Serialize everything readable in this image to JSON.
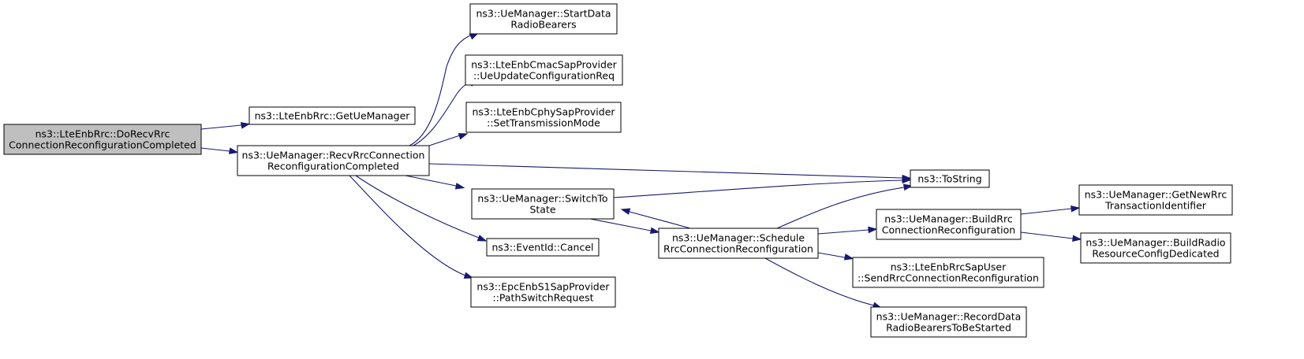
{
  "colors": {
    "root_fill": "#bfbfbf",
    "node_fill": "#ffffff",
    "node_stroke": "#000000",
    "edge": "#191970"
  },
  "nodes": [
    {
      "id": "n0",
      "role": "root",
      "lines": [
        "ns3::LteEnbRrc::DoRecvRrc",
        "ConnectionReconfigurationCompleted"
      ]
    },
    {
      "id": "n1",
      "lines": [
        "ns3::LteEnbRrc::GetUeManager"
      ]
    },
    {
      "id": "n2",
      "lines": [
        "ns3::UeManager::RecvRrcConnection",
        "ReconfigurationCompleted"
      ]
    },
    {
      "id": "n3",
      "lines": [
        "ns3::UeManager::StartData",
        "RadioBearers"
      ]
    },
    {
      "id": "n4",
      "lines": [
        "ns3::LteEnbCmacSapProvider",
        "::UeUpdateConfigurationReq"
      ]
    },
    {
      "id": "n5",
      "lines": [
        "ns3::LteEnbCphySapProvider",
        "::SetTransmissionMode"
      ]
    },
    {
      "id": "n6",
      "lines": [
        "ns3::UeManager::SwitchTo",
        "State"
      ]
    },
    {
      "id": "n7",
      "lines": [
        "ns3::EventId::Cancel"
      ]
    },
    {
      "id": "n8",
      "lines": [
        "ns3::EpcEnbS1SapProvider",
        "::PathSwitchRequest"
      ]
    },
    {
      "id": "n9",
      "lines": [
        "ns3::ToString"
      ]
    },
    {
      "id": "n10",
      "lines": [
        "ns3::UeManager::Schedule",
        "RrcConnectionReconfiguration"
      ]
    },
    {
      "id": "n11",
      "lines": [
        "ns3::UeManager::BuildRrc",
        "ConnectionReconfiguration"
      ]
    },
    {
      "id": "n12",
      "lines": [
        "ns3::LteEnbRrcSapUser",
        "::SendRrcConnectionReconfiguration"
      ]
    },
    {
      "id": "n13",
      "lines": [
        "ns3::UeManager::RecordData",
        "RadioBearersToBeStarted"
      ]
    },
    {
      "id": "n14",
      "lines": [
        "ns3::UeManager::GetNewRrc",
        "TransactionIdentifier"
      ]
    },
    {
      "id": "n15",
      "lines": [
        "ns3::UeManager::BuildRadio",
        "ResourceConfigDedicated"
      ]
    }
  ],
  "edges": [
    {
      "from": "n0",
      "to": "n1"
    },
    {
      "from": "n0",
      "to": "n2"
    },
    {
      "from": "n2",
      "to": "n3"
    },
    {
      "from": "n2",
      "to": "n4"
    },
    {
      "from": "n2",
      "to": "n5"
    },
    {
      "from": "n2",
      "to": "n9"
    },
    {
      "from": "n2",
      "to": "n6"
    },
    {
      "from": "n2",
      "to": "n7"
    },
    {
      "from": "n2",
      "to": "n8"
    },
    {
      "from": "n6",
      "to": "n9"
    },
    {
      "from": "n6",
      "to": "n10"
    },
    {
      "from": "n10",
      "to": "n6"
    },
    {
      "from": "n10",
      "to": "n9"
    },
    {
      "from": "n10",
      "to": "n11"
    },
    {
      "from": "n10",
      "to": "n12"
    },
    {
      "from": "n10",
      "to": "n13"
    },
    {
      "from": "n11",
      "to": "n14"
    },
    {
      "from": "n11",
      "to": "n15"
    }
  ]
}
